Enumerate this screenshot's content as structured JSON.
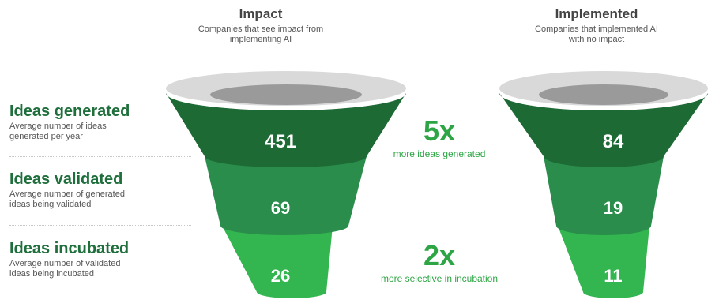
{
  "funnels": [
    {
      "title": "Impact",
      "subtitle_lines": [
        "Companies that see impact from",
        "implementing AI"
      ],
      "values": [
        "451",
        "69",
        "26"
      ]
    },
    {
      "title": "Implemented",
      "subtitle_lines": [
        "Companies that implemented AI",
        "with no impact"
      ],
      "values": [
        "84",
        "19",
        "11"
      ]
    }
  ],
  "rows": [
    {
      "title": "Ideas generated",
      "desc_lines": [
        "Average number of ideas",
        "generated per year"
      ]
    },
    {
      "title": "Ideas validated",
      "desc_lines": [
        "Average number of generated",
        "ideas being validated"
      ]
    },
    {
      "title": "Ideas incubated",
      "desc_lines": [
        "Average number of validated",
        "ideas being incubated"
      ]
    }
  ],
  "multipliers": [
    {
      "value": "5x",
      "text": "more ideas generated"
    },
    {
      "value": "2x",
      "text": "more selective in incubation"
    }
  ],
  "colors": {
    "stage1": "#1d6a35",
    "stage2": "#2a8d4b",
    "stage3": "#33b54f",
    "rim": "#d9d9d9",
    "rim_inner": "#9a9a9a",
    "label_green": "#1f6f3c",
    "multiplier_green": "#2da545"
  }
}
